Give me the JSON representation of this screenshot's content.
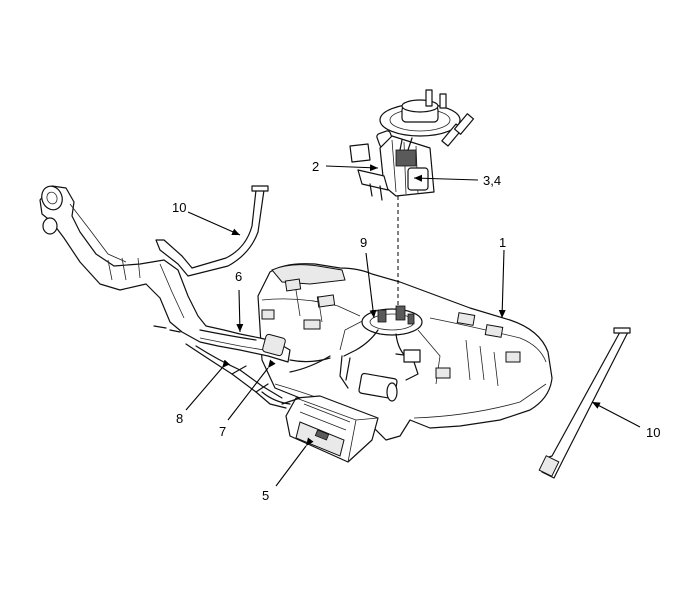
{
  "callouts": {
    "c1": "1",
    "c2": "2",
    "c34": "3,4",
    "c5": "5",
    "c6": "6",
    "c7": "7",
    "c8": "8",
    "c9": "9",
    "c10a": "10",
    "c10b": "10"
  }
}
